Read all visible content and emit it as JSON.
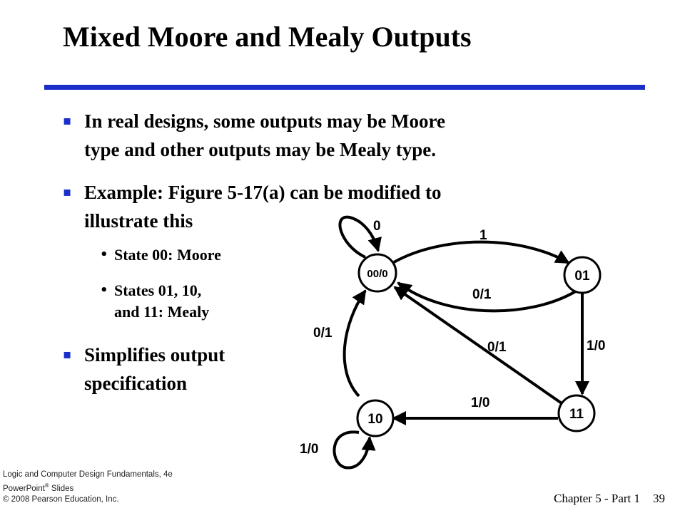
{
  "slide": {
    "title": "Mixed Moore and Mealy Outputs",
    "accent_color": "#1a2fc9",
    "bullets": [
      {
        "line1": "In real designs, some outputs may be Moore",
        "line2": "type and other outputs may be Mealy type."
      },
      {
        "line1": "Example: Figure 5-17(a) can be modified to",
        "line2": "illustrate this"
      },
      {
        "line1": "Simplifies output",
        "line2": "specification"
      }
    ],
    "subbullets": [
      {
        "line1": "State 00: Moore"
      },
      {
        "line1": "States 01, 10,",
        "line2": "and 11: Mealy"
      }
    ],
    "marker_glyph": "▪",
    "dot_glyph": "•"
  },
  "diagram": {
    "states": {
      "s00": "00/0",
      "s01": "01",
      "s10": "10",
      "s11": "11"
    },
    "edges": {
      "self_00": "0",
      "e00_01": "1",
      "e01_00": "0/1",
      "e11_00": "0/1",
      "e10_00": "0/1",
      "e01_11": "1/0",
      "e11_10": "1/0",
      "self_10": "1/0"
    }
  },
  "footer": {
    "book_line1": "Logic and Computer Design Fundamentals, 4e",
    "book_line2_a": "PowerPoint",
    "book_line2_sup": "®",
    "book_line2_b": " Slides",
    "book_line3": "© 2008 Pearson Education, Inc.",
    "chapter": "Chapter 5 - Part 1",
    "page": "39"
  }
}
